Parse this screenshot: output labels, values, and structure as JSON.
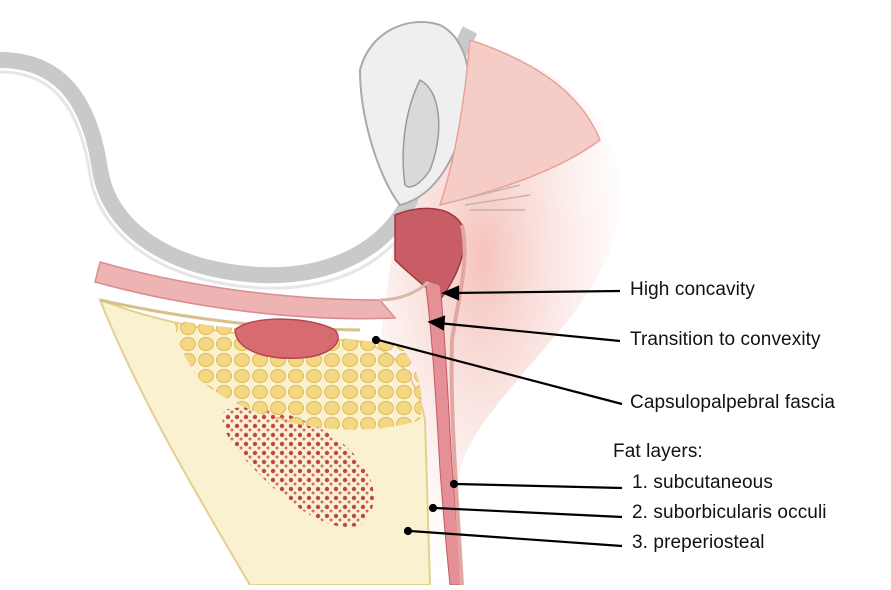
{
  "labels": {
    "high_concavity": "High concavity",
    "transition": "Transition to convexity",
    "capsulopalpebral": "Capsulopalpebral fascia",
    "fat_layers_heading": "Fat layers:",
    "fat_1": "1. subcutaneous",
    "fat_2": "2. suborbicularis occuli",
    "fat_3": "3. preperiosteal"
  },
  "colors": {
    "bone": "#f7eec4",
    "fat": "#f1d47a",
    "muscle": "#e7a0a4",
    "muscle_dark": "#c85d66",
    "skin": "#f4c4bd",
    "globe_outline": "#bfbfbf",
    "leader_line": "#000000"
  }
}
